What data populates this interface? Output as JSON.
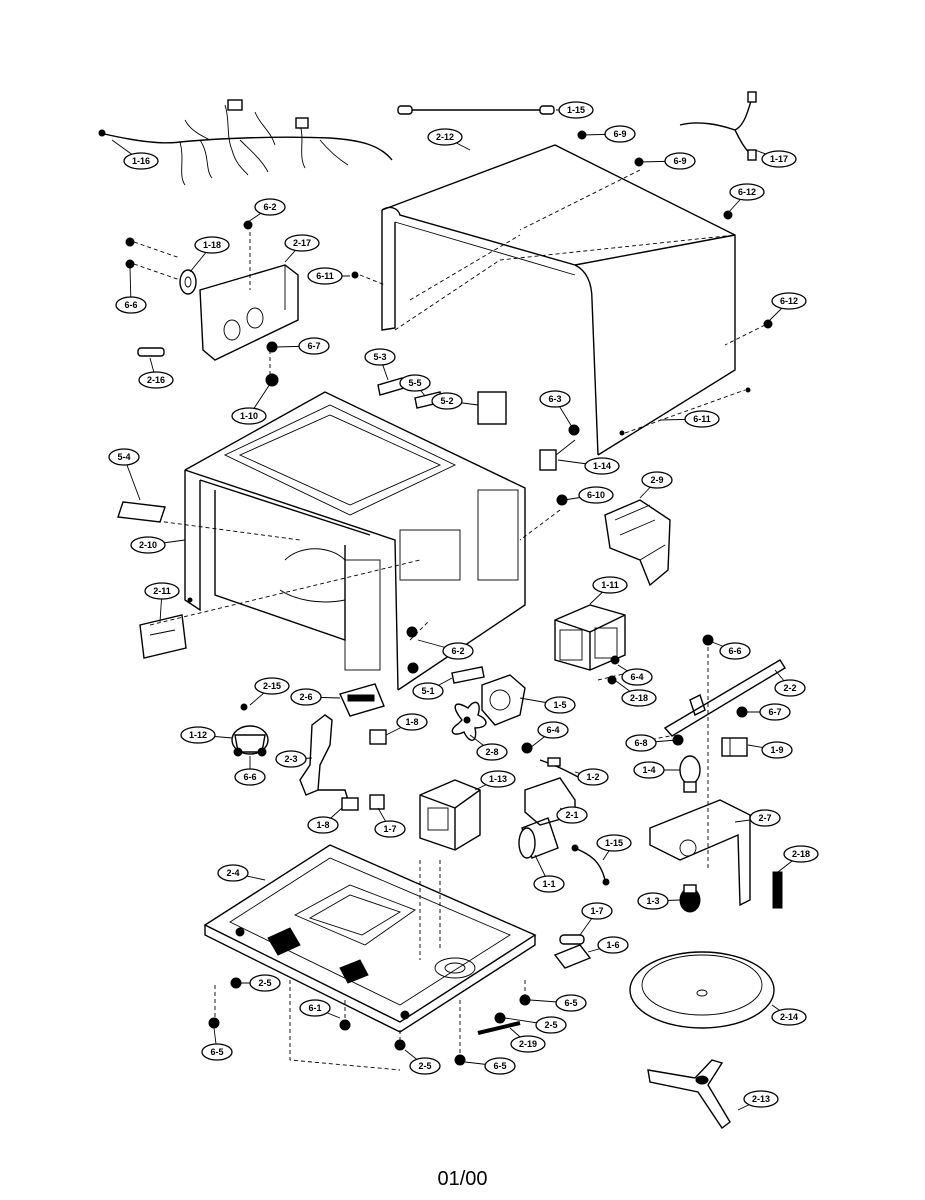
{
  "page_number": "01/00",
  "callouts": [
    {
      "id": "c-1-16",
      "label": "1-16"
    },
    {
      "id": "c-1-15a",
      "label": "1-15"
    },
    {
      "id": "c-1-17",
      "label": "1-17"
    },
    {
      "id": "c-2-12",
      "label": "2-12"
    },
    {
      "id": "c-6-9a",
      "label": "6-9"
    },
    {
      "id": "c-6-9b",
      "label": "6-9"
    },
    {
      "id": "c-6-12a",
      "label": "6-12"
    },
    {
      "id": "c-6-12b",
      "label": "6-12"
    },
    {
      "id": "c-6-2a",
      "label": "6-2"
    },
    {
      "id": "c-1-18",
      "label": "1-18"
    },
    {
      "id": "c-2-17",
      "label": "2-17"
    },
    {
      "id": "c-6-11a",
      "label": "6-11"
    },
    {
      "id": "c-6-6a",
      "label": "6-6"
    },
    {
      "id": "c-6-7a",
      "label": "6-7"
    },
    {
      "id": "c-2-16",
      "label": "2-16"
    },
    {
      "id": "c-5-3",
      "label": "5-3"
    },
    {
      "id": "c-5-5",
      "label": "5-5"
    },
    {
      "id": "c-5-2",
      "label": "5-2"
    },
    {
      "id": "c-6-3",
      "label": "6-3"
    },
    {
      "id": "c-1-10",
      "label": "1-10"
    },
    {
      "id": "c-6-11b",
      "label": "6-11"
    },
    {
      "id": "c-1-14",
      "label": "1-14"
    },
    {
      "id": "c-5-4",
      "label": "5-4"
    },
    {
      "id": "c-2-9",
      "label": "2-9"
    },
    {
      "id": "c-6-10",
      "label": "6-10"
    },
    {
      "id": "c-2-10",
      "label": "2-10"
    },
    {
      "id": "c-1-11",
      "label": "1-11"
    },
    {
      "id": "c-2-11",
      "label": "2-11"
    },
    {
      "id": "c-6-2b",
      "label": "6-2"
    },
    {
      "id": "c-6-6b",
      "label": "6-6"
    },
    {
      "id": "c-6-4a",
      "label": "6-4"
    },
    {
      "id": "c-2-2",
      "label": "2-2"
    },
    {
      "id": "c-2-15",
      "label": "2-15"
    },
    {
      "id": "c-5-1",
      "label": "5-1"
    },
    {
      "id": "c-2-18a",
      "label": "2-18"
    },
    {
      "id": "c-2-6",
      "label": "2-6"
    },
    {
      "id": "c-1-5",
      "label": "1-5"
    },
    {
      "id": "c-6-7b",
      "label": "6-7"
    },
    {
      "id": "c-1-8a",
      "label": "1-8"
    },
    {
      "id": "c-6-8",
      "label": "6-8"
    },
    {
      "id": "c-1-12",
      "label": "1-12"
    },
    {
      "id": "c-6-4b",
      "label": "6-4"
    },
    {
      "id": "c-2-8",
      "label": "2-8"
    },
    {
      "id": "c-1-9",
      "label": "1-9"
    },
    {
      "id": "c-2-3",
      "label": "2-3"
    },
    {
      "id": "c-1-4",
      "label": "1-4"
    },
    {
      "id": "c-1-2",
      "label": "1-2"
    },
    {
      "id": "c-6-6c",
      "label": "6-6"
    },
    {
      "id": "c-1-13",
      "label": "1-13"
    },
    {
      "id": "c-2-1",
      "label": "2-1"
    },
    {
      "id": "c-2-7",
      "label": "2-7"
    },
    {
      "id": "c-1-8b",
      "label": "1-8"
    },
    {
      "id": "c-1-7a",
      "label": "1-7"
    },
    {
      "id": "c-1-15b",
      "label": "1-15"
    },
    {
      "id": "c-2-18b",
      "label": "2-18"
    },
    {
      "id": "c-1-1",
      "label": "1-1"
    },
    {
      "id": "c-2-4",
      "label": "2-4"
    },
    {
      "id": "c-1-3",
      "label": "1-3"
    },
    {
      "id": "c-1-7b",
      "label": "1-7"
    },
    {
      "id": "c-1-6",
      "label": "1-6"
    },
    {
      "id": "c-2-5a",
      "label": "2-5"
    },
    {
      "id": "c-6-5a",
      "label": "6-5"
    },
    {
      "id": "c-6-1",
      "label": "6-1"
    },
    {
      "id": "c-2-5b",
      "label": "2-5"
    },
    {
      "id": "c-2-14",
      "label": "2-14"
    },
    {
      "id": "c-6-5b",
      "label": "6-5"
    },
    {
      "id": "c-2-19",
      "label": "2-19"
    },
    {
      "id": "c-2-5c",
      "label": "2-5"
    },
    {
      "id": "c-6-5c",
      "label": "6-5"
    },
    {
      "id": "c-2-13",
      "label": "2-13"
    }
  ]
}
